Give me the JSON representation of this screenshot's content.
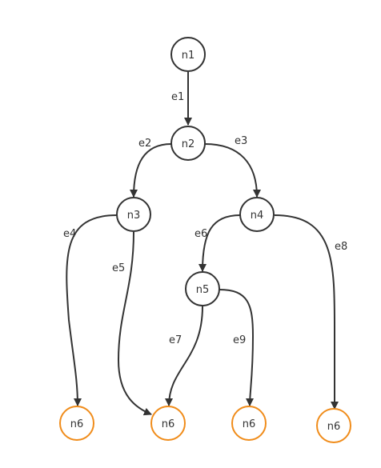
{
  "colors": {
    "node_stroke": "#333333",
    "leaf_stroke": "#f08c1a",
    "edge": "#333333",
    "text": "#333333"
  },
  "nodes": {
    "n1": "n1",
    "n2": "n2",
    "n3": "n3",
    "n4": "n4",
    "n5": "n5",
    "leaf1": "n6",
    "leaf2": "n6",
    "leaf3": "n6",
    "leaf4": "n6"
  },
  "edges": {
    "e1": "e1",
    "e2": "e2",
    "e3": "e3",
    "e4": "e4",
    "e5": "e5",
    "e6": "e6",
    "e7": "e7",
    "e8": "e8",
    "e9": "e9"
  }
}
